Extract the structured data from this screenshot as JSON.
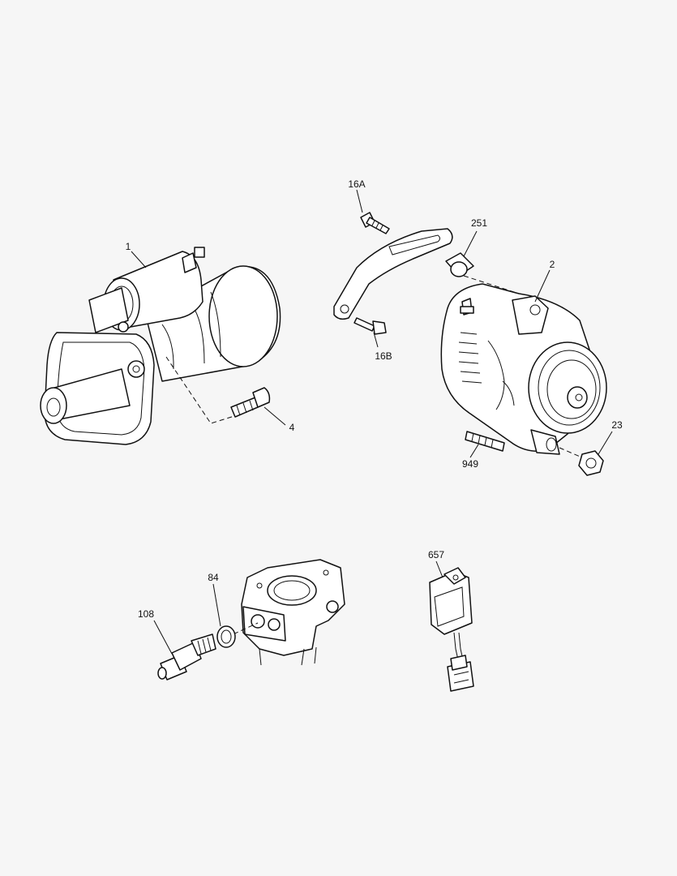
{
  "diagram": {
    "labels": {
      "starter_motor": "1",
      "alternator": "2",
      "bolt_4": "4",
      "bracket_bolt_16a": "16A",
      "bracket_bolt_16b": "16B",
      "spacer_251": "251",
      "nut_23": "23",
      "stud_949": "949",
      "sensor_108": "108",
      "washer_84": "84",
      "relay_657": "657"
    }
  }
}
